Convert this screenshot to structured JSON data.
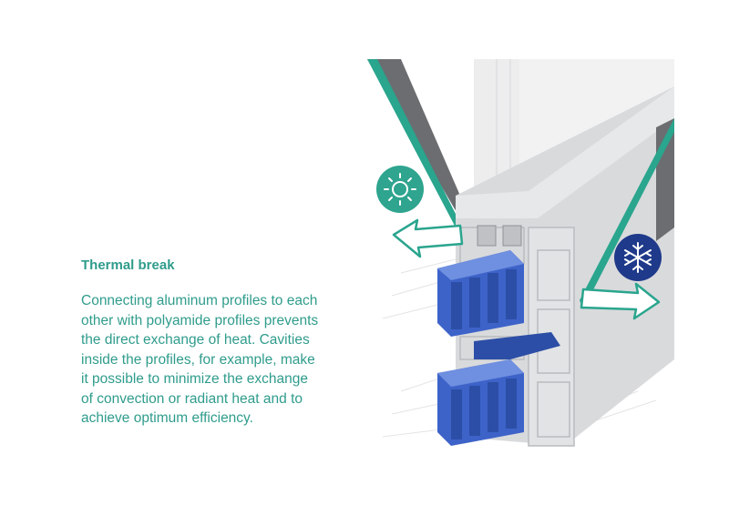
{
  "heading": "Thermal break",
  "body_lines": [
    "Connecting aluminum profiles to each",
    "other with polyamide profiles prevents",
    "the direct exchange of heat. Cavities",
    "inside the profiles, for example, make",
    "it possible to minimize the exchange",
    "of convection or radiant heat and to",
    "achieve optimum efficiency."
  ],
  "icons": {
    "warm_side": "sun-icon",
    "cold_side": "snowflake-icon"
  },
  "colors": {
    "text": "#2f9c8c",
    "sun_badge": "#2fa48f",
    "snow_badge": "#1f3a8a",
    "polyamide": "#3d63c9",
    "aluminum": "#d6d7d9",
    "glass_edge": "#2aa58e"
  }
}
